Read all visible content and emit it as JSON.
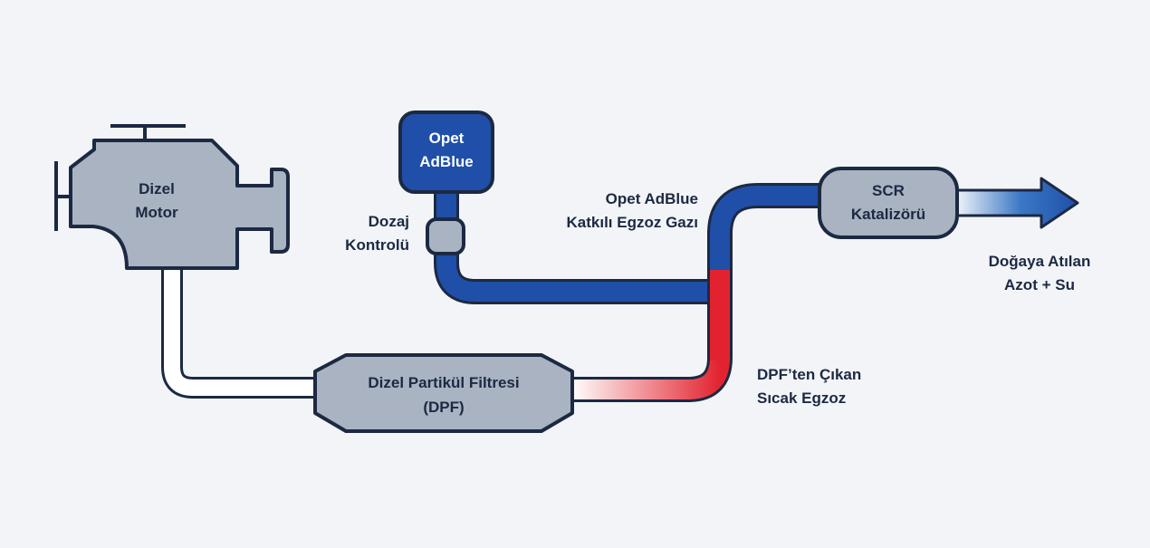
{
  "engine": {
    "line1": "Dizel",
    "line2": "Motor"
  },
  "adblue_tank": {
    "line1": "Opet",
    "line2": "AdBlue"
  },
  "dosing": {
    "line1": "Dozaj",
    "line2": "Kontrolü"
  },
  "dpf": {
    "line1": "Dizel Partikül Filtresi",
    "line2": "(DPF)"
  },
  "scr": {
    "line1": "SCR",
    "line2": "Katalizörü"
  },
  "labels": {
    "adblue_exhaust_1": "Opet AdBlue",
    "adblue_exhaust_2": "Katkılı Egzoz Gazı",
    "hot_exhaust_1": "DPF’ten Çıkan",
    "hot_exhaust_2": "Sıcak Egzoz",
    "output_1": "Doğaya Atılan",
    "output_2": "Azot + Su"
  },
  "colors": {
    "background": "#f2f4f8",
    "outline": "#1c2942",
    "component_fill": "#a9b3c2",
    "adblue_blue": "#1f4fa8",
    "hot_red": "#e2232f",
    "pipe_fill": "#ffffff"
  }
}
